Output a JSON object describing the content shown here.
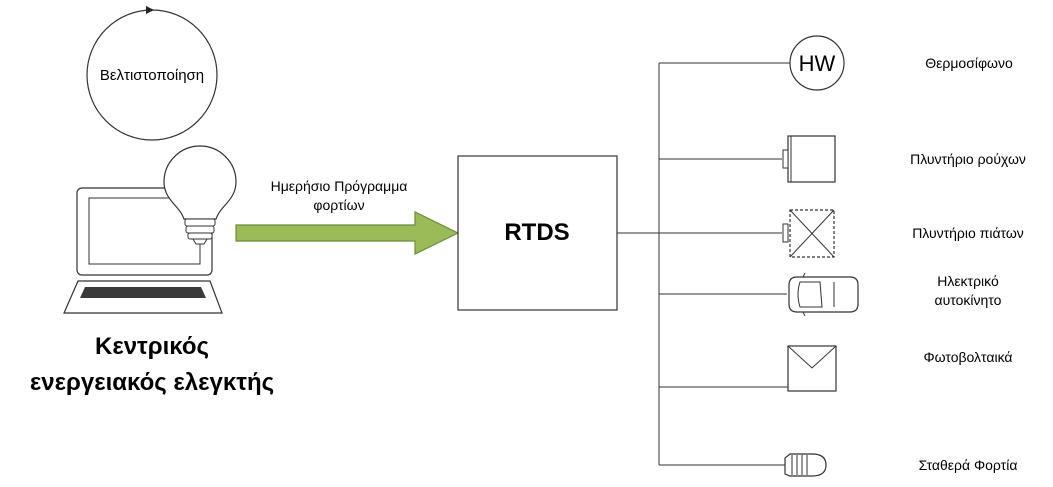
{
  "controller": {
    "optimization_label": "Βελτιστοποίηση",
    "title_line1": "Κεντρικός",
    "title_line2": "ενεργειακός ελεγκτής"
  },
  "arrow": {
    "label_line1": "Ημερήσιο Πρόγραμμα",
    "label_line2": "φορτίων",
    "color": "#9bbb59"
  },
  "center": {
    "label": "RTDS"
  },
  "loads": [
    {
      "icon": "water-heater-icon",
      "icon_text": "HW",
      "label_line1": "Θερμοσίφωνο",
      "label_line2": ""
    },
    {
      "icon": "washing-machine-icon",
      "label_line1": "Πλυντήριο ρούχων",
      "label_line2": ""
    },
    {
      "icon": "dishwasher-icon",
      "label_line1": "Πλυντήριο πιάτων",
      "label_line2": ""
    },
    {
      "icon": "car-icon",
      "label_line1": "Ηλεκτρικό",
      "label_line2": "αυτοκίνητο"
    },
    {
      "icon": "envelope-icon",
      "label_line1": "Φωτοβολταικά",
      "label_line2": ""
    },
    {
      "icon": "lamp-icon",
      "label_line1": "Σταθερά Φορτία",
      "label_line2": ""
    }
  ]
}
